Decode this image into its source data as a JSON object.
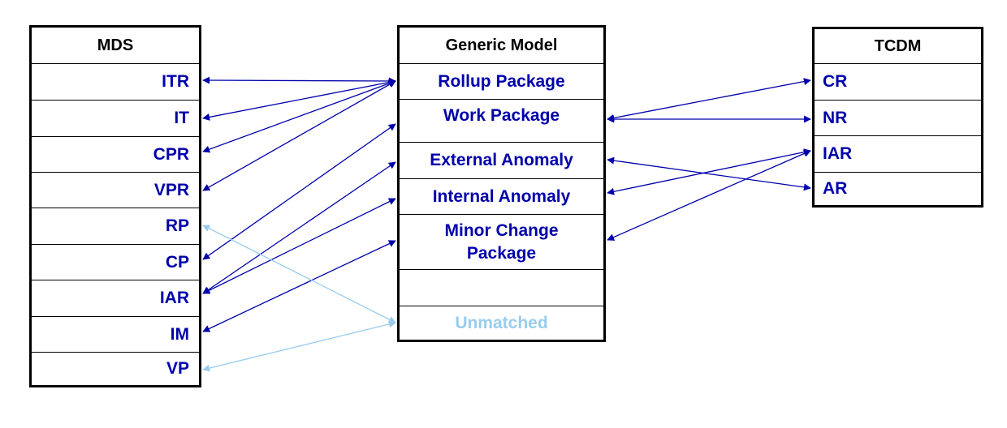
{
  "mds": {
    "title": "MDS",
    "rows": [
      "ITR",
      "IT",
      "CPR",
      "VPR",
      "RP",
      "CP",
      "IAR",
      "IM",
      "VP"
    ]
  },
  "generic": {
    "title": "Generic Model",
    "rows": [
      "Rollup Package",
      "Work Package",
      "External Anomaly",
      "Internal Anomaly",
      "Minor Change Package",
      "",
      "Unmatched"
    ]
  },
  "tcdm": {
    "title": "TCDM",
    "rows": [
      "CR",
      "NR",
      "IAR",
      "AR"
    ]
  },
  "colors": {
    "link": "#0000aa",
    "link_faded": "#99ccee",
    "text": "#0000aa",
    "border": "#000000"
  }
}
